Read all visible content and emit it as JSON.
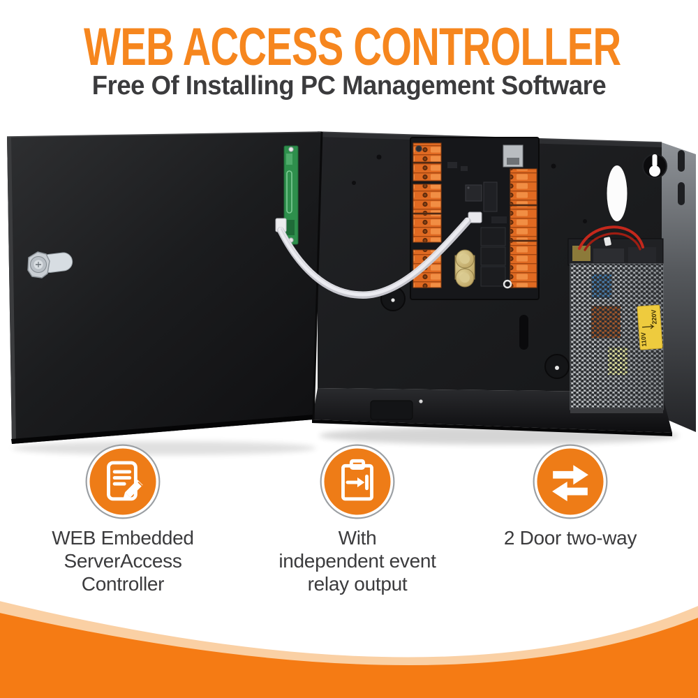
{
  "header": {
    "title": "WEB ACCESS CONTROLLER",
    "subtitle": "Free Of Installing PC Management Software"
  },
  "features": [
    {
      "icon": "document-edit-icon",
      "lines": [
        "WEB Embedded",
        "ServerAccess",
        "Controller"
      ]
    },
    {
      "icon": "clipboard-export-icon",
      "lines": [
        "With",
        "independent event",
        "relay output"
      ]
    },
    {
      "icon": "two-way-arrows-icon",
      "lines": [
        "2 Door two-way"
      ]
    }
  ],
  "photo": {
    "psu_label_top": "220V",
    "psu_label_bottom": "110V"
  },
  "colors": {
    "title_orange": "#F6861E",
    "icon_orange": "#EE7C17",
    "swoosh_orange": "#F57B14",
    "swoosh_light": "#FAD0A4",
    "text_dark": "#3B3B3D"
  }
}
